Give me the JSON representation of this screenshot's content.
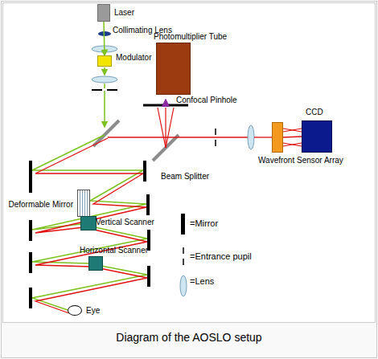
{
  "diagram": {
    "caption": "Diagram of the AOSLO setup",
    "nodes": [
      {
        "text": [
          "Laser"
        ]
      },
      {
        "text": [
          "Modulator"
        ]
      },
      {
        "text": [
          "Photomultiplier Tube"
        ]
      },
      {
        "text": [
          "Wavefront Sensor Array"
        ]
      },
      {
        "text": [
          "CCD"
        ]
      },
      {
        "text": [
          "Deformable Mirror"
        ]
      },
      {
        "text": [
          "Vertical Scanner"
        ]
      },
      {
        "text": [
          "Horizontal Scanner"
        ]
      },
      {
        "text": [
          "Eye"
        ]
      }
    ],
    "edges": [
      {
        "from": 0,
        "to": 1,
        "arrow": "to"
      },
      {
        "from": 3,
        "to": 4,
        "arrow": "none"
      }
    ],
    "labels": [
      "Collimating Lens",
      "Confocal Pinhole",
      "Beam Splitter"
    ],
    "legend": [
      {
        "text": "=Mirror"
      },
      {
        "text": "=Entrance pupil"
      },
      {
        "text": "=Lens"
      }
    ]
  }
}
